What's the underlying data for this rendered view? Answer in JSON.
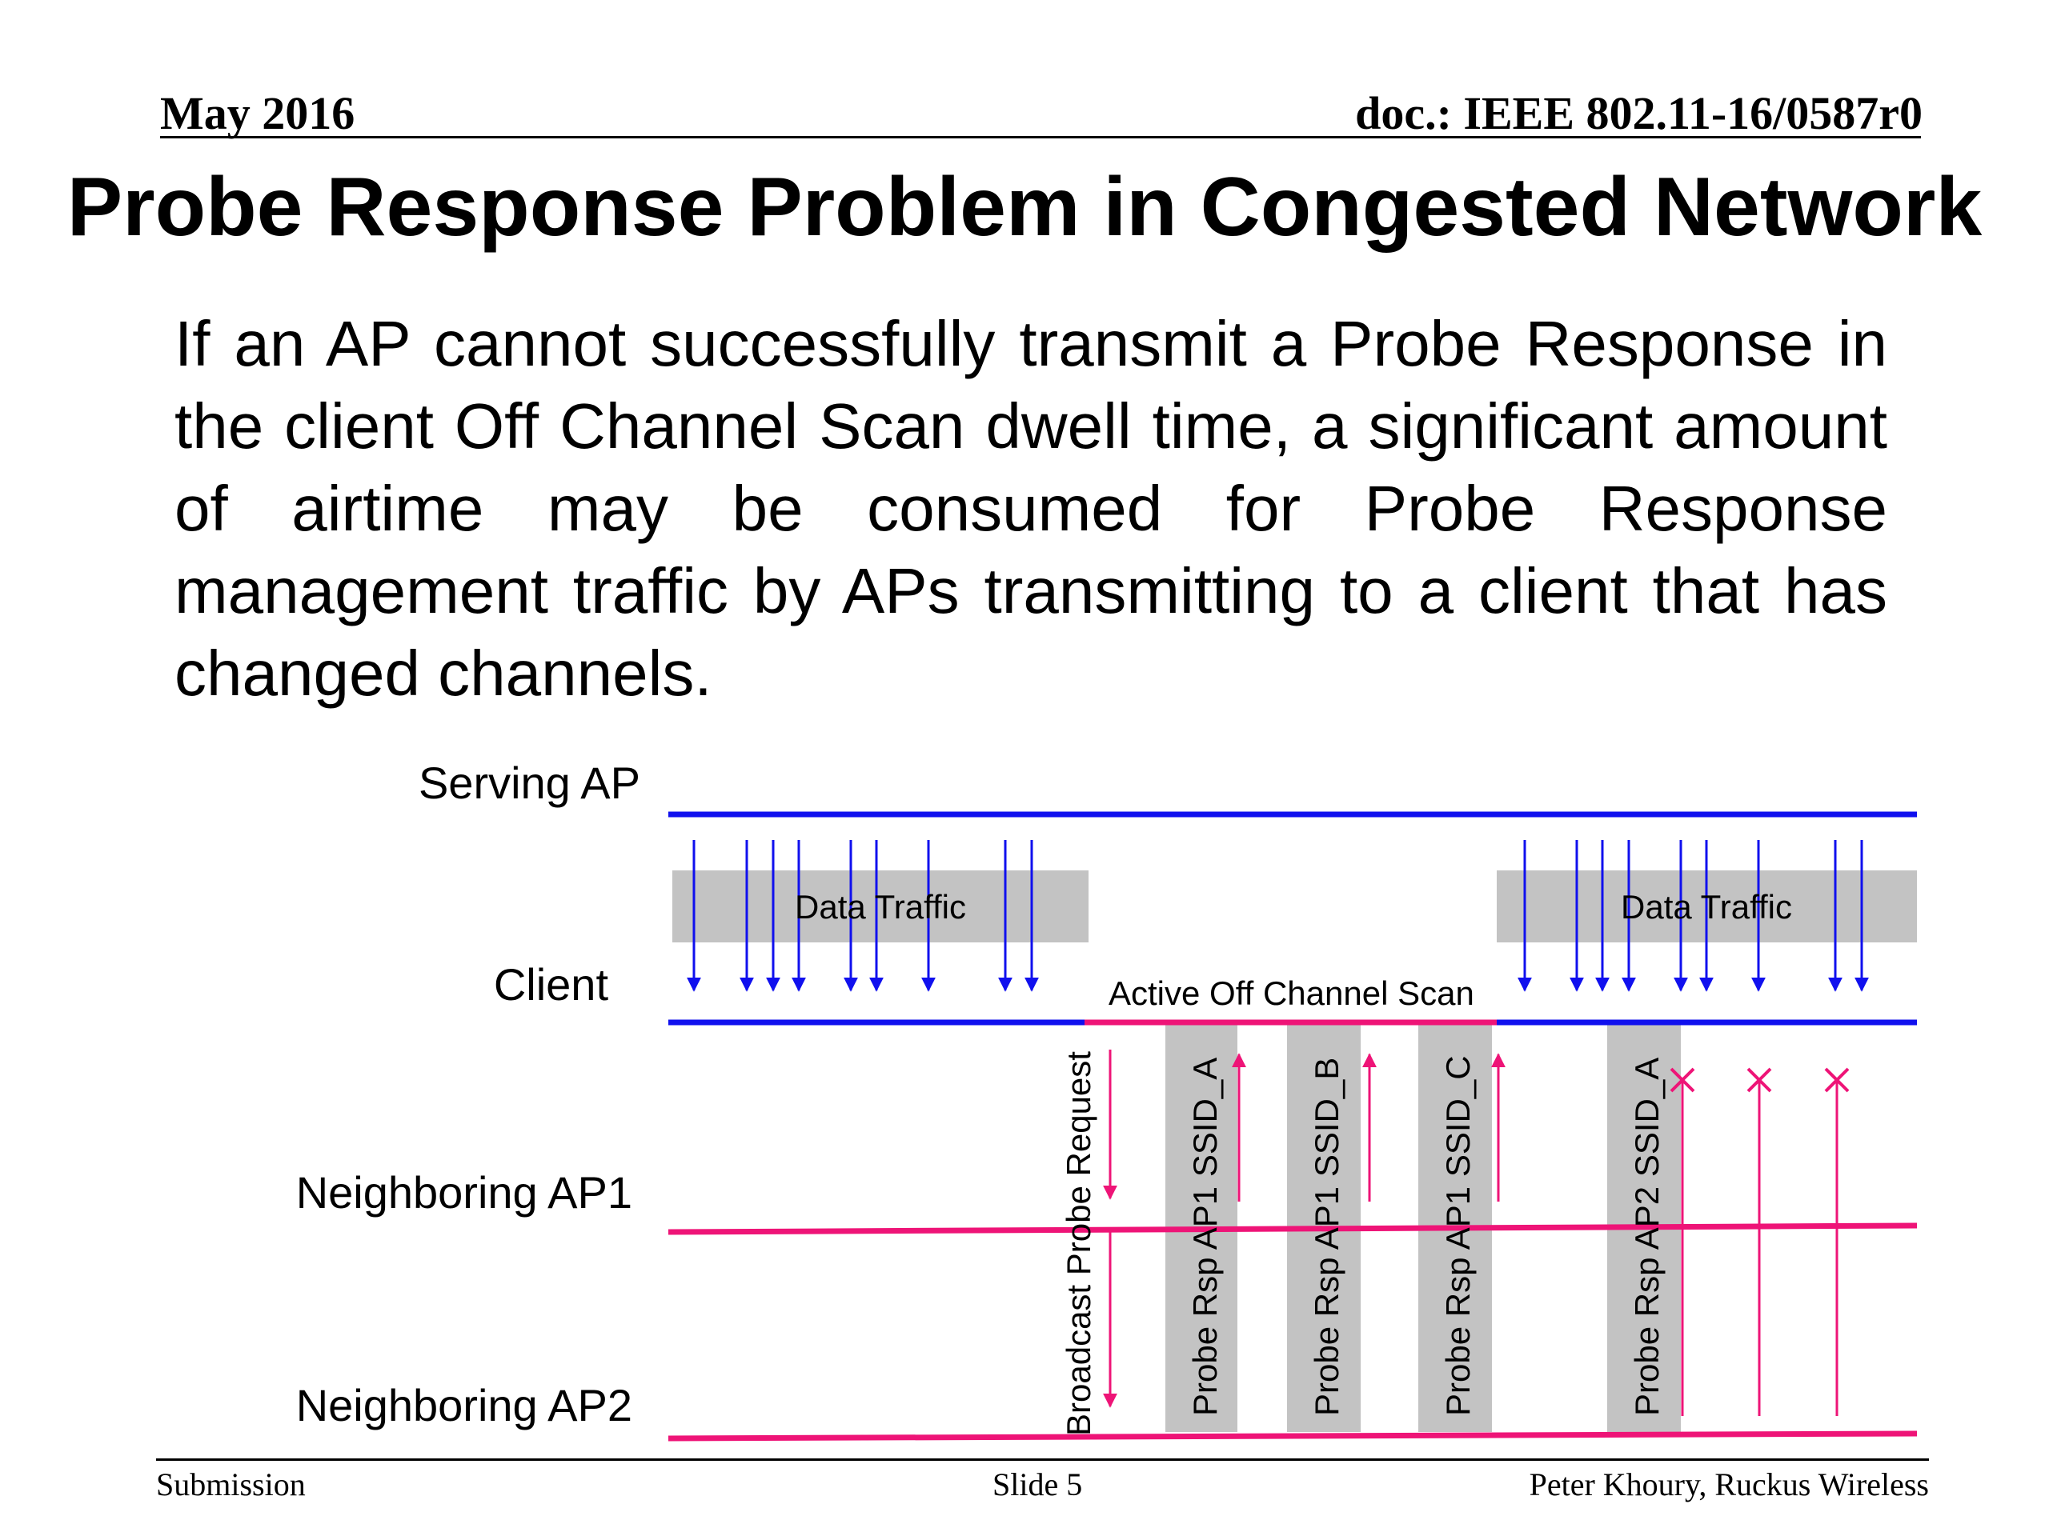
{
  "header": {
    "date": "May 2016",
    "doc_id": "doc.: IEEE 802.11-16/0587r0"
  },
  "title": "Probe Response Problem in Congested Network",
  "body": "If an AP cannot successfully transmit a Probe Response in the client Off Channel Scan dwell time, a significant amount of airtime may be consumed for Probe Response management traffic by APs transmitting to a client that has changed channels.",
  "diagram": {
    "lanes": {
      "serving_ap": "Serving AP",
      "client": "Client",
      "neighboring_ap1": "Neighboring AP1",
      "neighboring_ap2": "Neighboring AP2"
    },
    "data_traffic_left": "Data Traffic",
    "data_traffic_right": "Data Traffic",
    "scan_label": "Active Off Channel Scan",
    "probe_request": "Broadcast Probe Request",
    "probe_responses": [
      "Probe Rsp AP1 SSID_A",
      "Probe Rsp AP1 SSID_B",
      "Probe Rsp AP1 SSID_C",
      "Probe Rsp AP2 SSID_A"
    ],
    "colors": {
      "blue": "#1010ee",
      "pink": "#ee1477",
      "gray_box": "#c3c3c3"
    }
  },
  "footer": {
    "left": "Submission",
    "center": "Slide 5",
    "right": "Peter Khoury, Ruckus Wireless"
  }
}
